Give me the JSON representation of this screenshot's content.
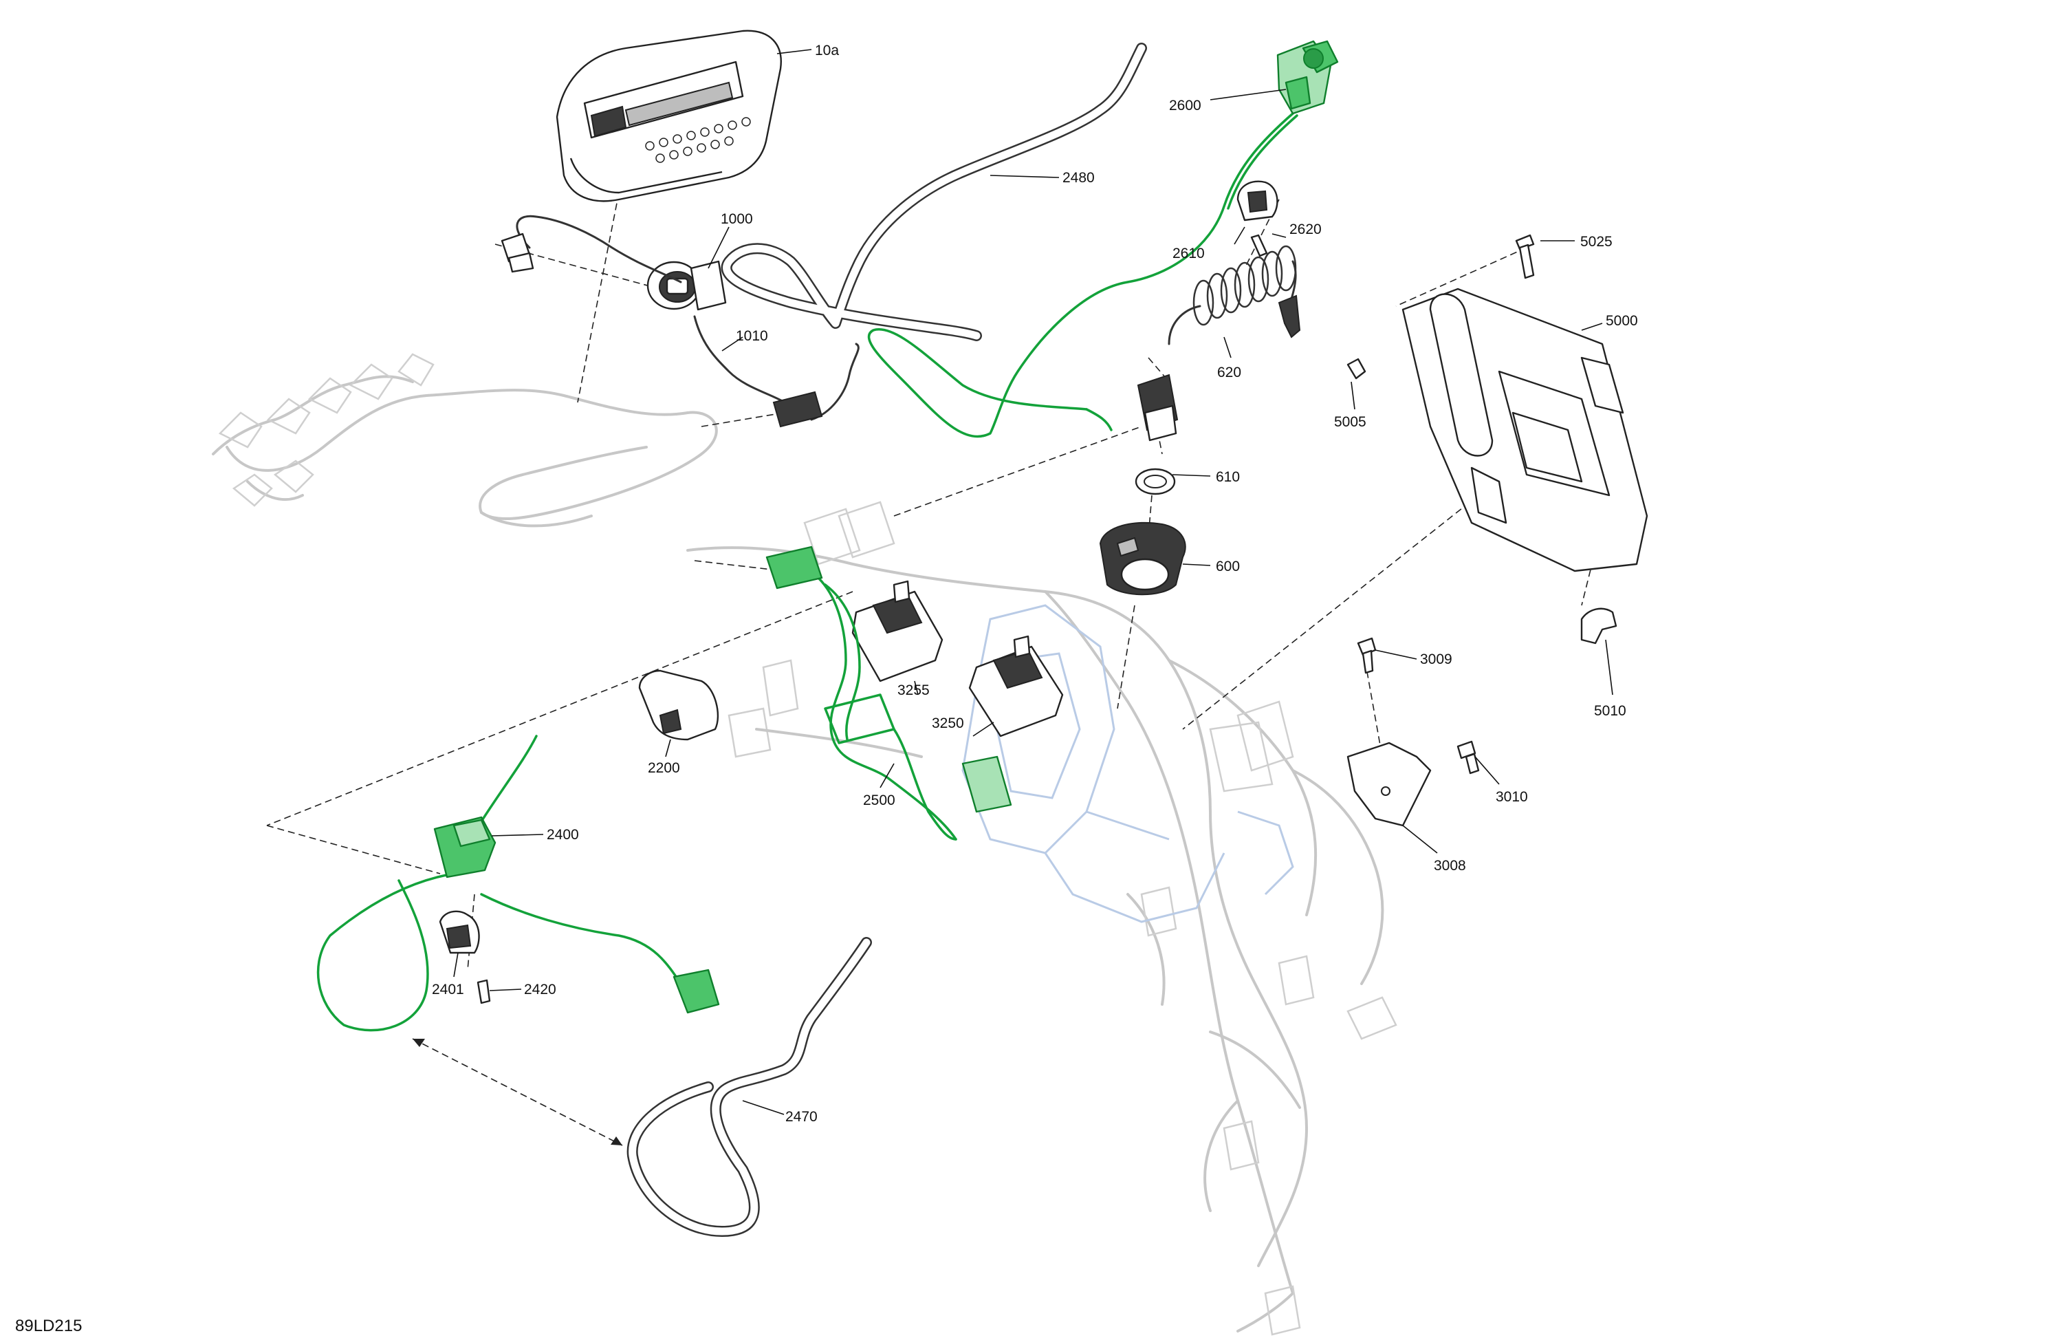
{
  "figure_id": "89LD215",
  "callouts": [
    {
      "id": "10a",
      "text": "10a"
    },
    {
      "id": "1000",
      "text": "1000"
    },
    {
      "id": "1010",
      "text": "1010"
    },
    {
      "id": "2480",
      "text": "2480"
    },
    {
      "id": "2600",
      "text": "2600"
    },
    {
      "id": "2610",
      "text": "2610"
    },
    {
      "id": "2620",
      "text": "2620"
    },
    {
      "id": "620",
      "text": "620"
    },
    {
      "id": "610",
      "text": "610"
    },
    {
      "id": "600",
      "text": "600"
    },
    {
      "id": "5025",
      "text": "5025"
    },
    {
      "id": "5000",
      "text": "5000"
    },
    {
      "id": "5005",
      "text": "5005"
    },
    {
      "id": "5010",
      "text": "5010"
    },
    {
      "id": "3009",
      "text": "3009"
    },
    {
      "id": "3010",
      "text": "3010"
    },
    {
      "id": "3008",
      "text": "3008"
    },
    {
      "id": "3255",
      "text": "3255"
    },
    {
      "id": "3250",
      "text": "3250"
    },
    {
      "id": "2200",
      "text": "2200"
    },
    {
      "id": "2500",
      "text": "2500"
    },
    {
      "id": "2400",
      "text": "2400"
    },
    {
      "id": "2420",
      "text": "2420"
    },
    {
      "id": "2401",
      "text": "2401"
    },
    {
      "id": "2470",
      "text": "2470"
    }
  ],
  "colors": {
    "highlight": "#13a23a",
    "line": "#222222",
    "ghost": "#c7c7c7",
    "ghost_blue": "#b9cbe6"
  }
}
